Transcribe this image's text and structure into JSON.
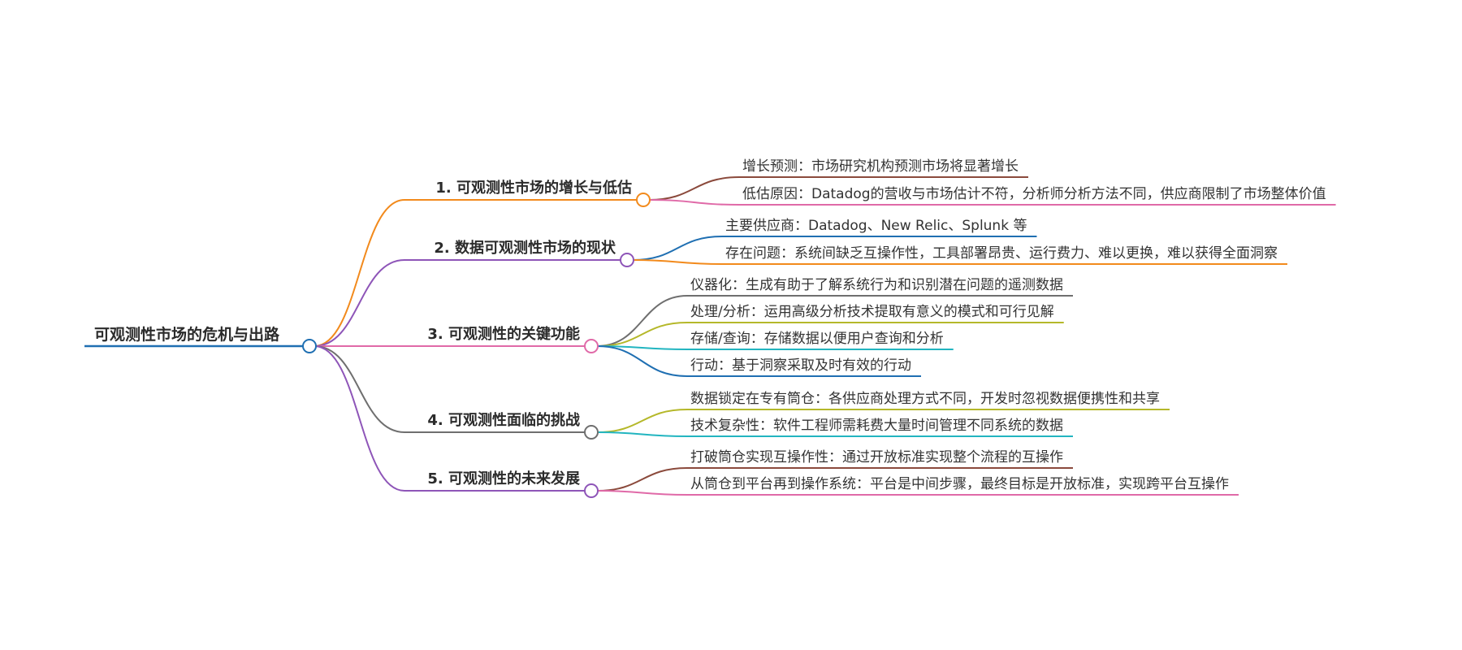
{
  "root": {
    "label": "可观测性市场的危机与出路",
    "color": "#1f6fb2"
  },
  "branches": [
    {
      "label": "1. 可观测性市场的增长与低估",
      "color": "#f28a1c",
      "children": [
        {
          "label": "增长预测：市场研究机构预测市场将显著增长",
          "color": "#8b4a3c"
        },
        {
          "label": "低估原因：Datadog的营收与市场估计不符，分析师分析方法不同，供应商限制了市场整体价值",
          "color": "#e06aa8"
        }
      ]
    },
    {
      "label": "2. 数据可观测性市场的现状",
      "color": "#8e55b8",
      "children": [
        {
          "label": "主要供应商：Datadog、New Relic、Splunk 等",
          "color": "#1f6fb2"
        },
        {
          "label": "存在问题：系统间缺乏互操作性，工具部署昂贵、运行费力、难以更换，难以获得全面洞察",
          "color": "#f28a1c"
        }
      ]
    },
    {
      "label": "3. 可观测性的关键功能",
      "color": "#e06aa8",
      "children": [
        {
          "label": "仪器化：生成有助于了解系统行为和识别潜在问题的遥测数据",
          "color": "#6f6f6f"
        },
        {
          "label": "处理/分析：运用高级分析技术提取有意义的模式和可行见解",
          "color": "#b5b82a"
        },
        {
          "label": "存储/查询：存储数据以便用户查询和分析",
          "color": "#22b5c0"
        },
        {
          "label": "行动：基于洞察采取及时有效的行动",
          "color": "#1f6fb2"
        }
      ]
    },
    {
      "label": "4. 可观测性面临的挑战",
      "color": "#6f6f6f",
      "children": [
        {
          "label": "数据锁定在专有筒仓：各供应商处理方式不同，开发时忽视数据便携性和共享",
          "color": "#b5b82a"
        },
        {
          "label": "技术复杂性：软件工程师需耗费大量时间管理不同系统的数据",
          "color": "#22b5c0"
        }
      ]
    },
    {
      "label": "5. 可观测性的未来发展",
      "color": "#8e55b8",
      "children": [
        {
          "label": "打破筒仓实现互操作性：通过开放标准实现整个流程的互操作",
          "color": "#8b4a3c"
        },
        {
          "label": "从筒仓到平台再到操作系统：平台是中间步骤，最终目标是开放标准，实现跨平台互操作",
          "color": "#e06aa8"
        }
      ]
    }
  ]
}
